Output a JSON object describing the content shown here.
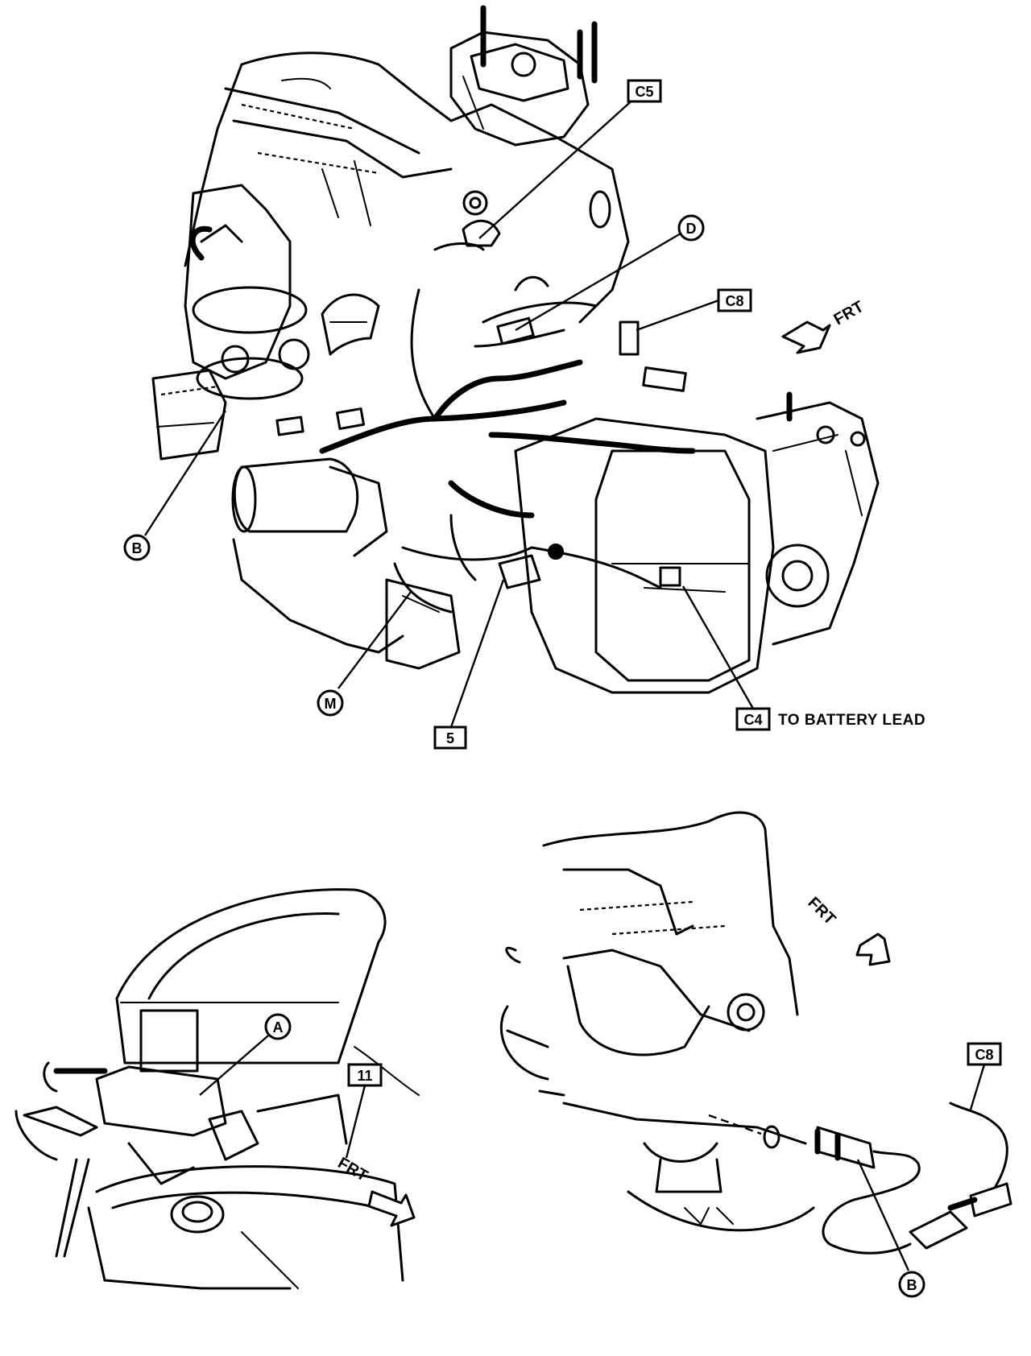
{
  "callouts": {
    "top_c5": "C5",
    "top_d": "D",
    "top_c8": "C8",
    "top_b": "B",
    "top_m": "M",
    "top_5": "5",
    "top_c4": "C4",
    "top_c4_note": "TO BATTERY LEAD",
    "bl_a": "A",
    "bl_11": "11",
    "br_c8": "C8",
    "br_b": "B"
  },
  "direction": {
    "top": "FRT",
    "bottom_left": "FRT",
    "bottom_right": "FRT"
  }
}
